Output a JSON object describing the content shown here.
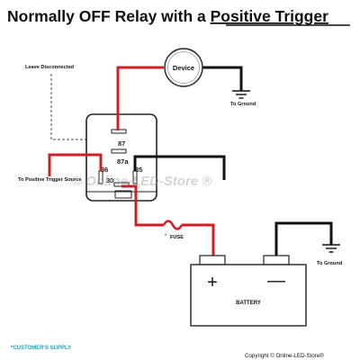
{
  "title": {
    "part1": "Normally OFF Relay with a ",
    "part2": "Positive Trigger"
  },
  "labels": {
    "leave_disconnected": "Leave Disconnected",
    "device": "Device",
    "to_ground_top": "To Ground",
    "to_positive_trigger": "To Positive Trigger Source",
    "fuse": "FUSE",
    "fuse_mark": "*",
    "to_ground_right": "To Ground",
    "battery": "BATTERY",
    "plus": "+",
    "minus": "—",
    "customers_supply": "*CUSTOMER'S SUPPLY",
    "copyright": "Copyright © Online-LED-Store®",
    "watermark": "© Online-LED-Store ®"
  },
  "pins": {
    "p87": "87",
    "p87a": "87a",
    "p86": "86",
    "p85": "85",
    "p30": "30"
  },
  "colors": {
    "wire_red": "#d21f26",
    "wire_black": "#111111",
    "wire_dashed": "#888888",
    "relay_outline": "#222222",
    "supply_text": "#1aa3b3"
  }
}
